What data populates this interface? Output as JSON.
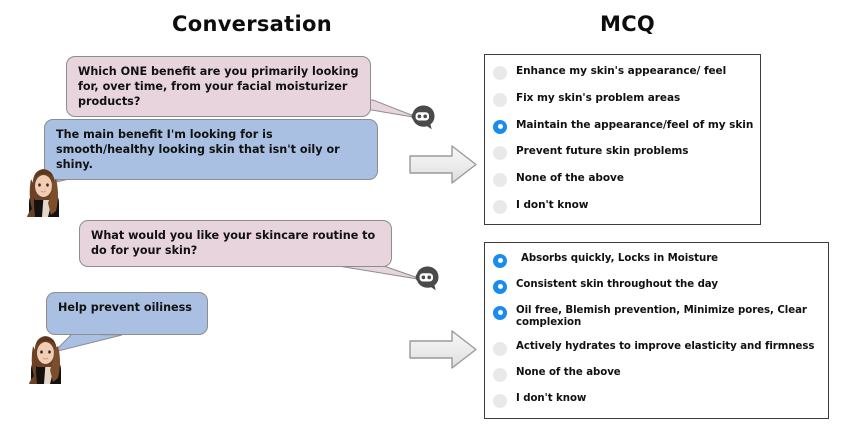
{
  "headings": {
    "conversation": "Conversation",
    "mcq": "MCQ"
  },
  "colors": {
    "bot_bubble": "#e7d4dc",
    "user_bubble": "#a9c0e2",
    "radio_selected": "#1a8cf0",
    "radio_unselected": "#e9e9e9",
    "arrow_fill": "#ededed",
    "box_border": "#3d3d3d"
  },
  "icons": {
    "bot": "chatbot-icon",
    "user": "woman-avatar-icon",
    "arrow": "right-block-arrow-icon"
  },
  "conversation": [
    {
      "speaker": "bot",
      "text": "Which ONE benefit are you primarily looking for, over time, from your facial moisturizer products?"
    },
    {
      "speaker": "user",
      "text": "The main benefit I'm looking for is smooth/healthy looking skin that isn't oily or shiny."
    },
    {
      "speaker": "bot",
      "text": "What would you like your skincare routine to do for your skin?"
    },
    {
      "speaker": "user",
      "text": "Help prevent oiliness"
    }
  ],
  "mcq": [
    {
      "id": "mcq-1",
      "options": [
        {
          "label": "Enhance my skin's appearance/ feel",
          "selected": false
        },
        {
          "label": "Fix my skin's problem areas",
          "selected": false
        },
        {
          "label": "Maintain the appearance/feel of my skin",
          "selected": true
        },
        {
          "label": "Prevent future skin problems",
          "selected": false
        },
        {
          "label": "None of the above",
          "selected": false
        },
        {
          "label": "I don't know",
          "selected": false
        }
      ]
    },
    {
      "id": "mcq-2",
      "options": [
        {
          "label": "Absorbs quickly, Locks in Moisture",
          "selected": true
        },
        {
          "label": "Consistent skin throughout the day",
          "selected": true
        },
        {
          "label": "Oil free, Blemish prevention, Minimize pores, Clear complexion",
          "selected": true
        },
        {
          "label": "Actively hydrates to improve elasticity and firmness",
          "selected": false
        },
        {
          "label": "None of the above",
          "selected": false
        },
        {
          "label": "I don't know",
          "selected": false
        }
      ]
    }
  ]
}
